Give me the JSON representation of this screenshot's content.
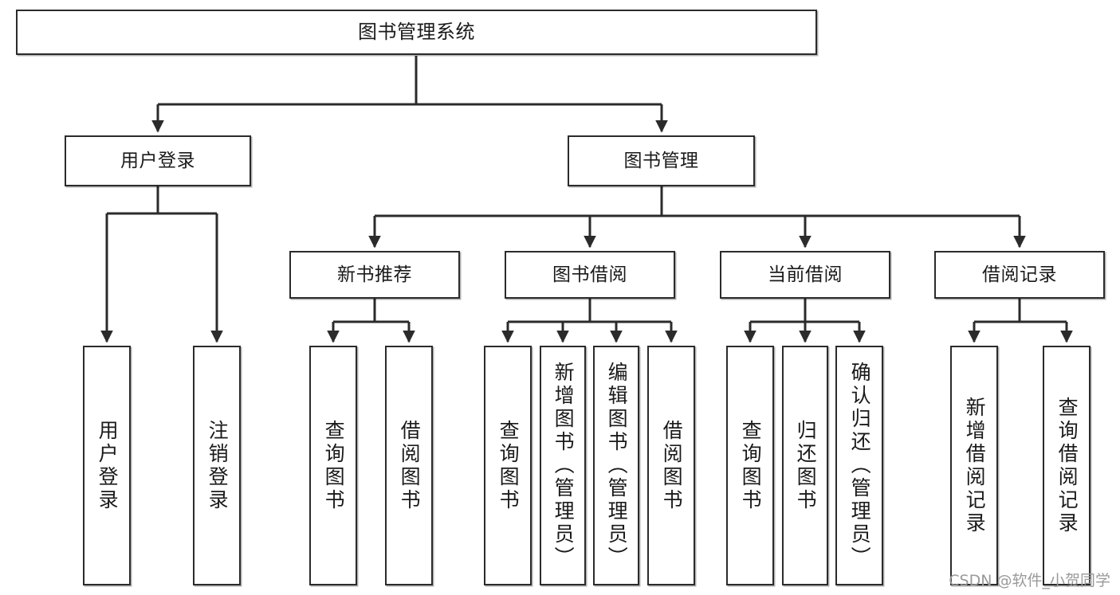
{
  "diagram": {
    "type": "tree-hierarchy",
    "title": "图书管理系统",
    "watermark": "CSDN @软件_小贺同学",
    "colors": {
      "stroke": "#2b2b2b",
      "fill": "#ffffff",
      "text": "#1a1a1a",
      "watermark": "#9a9a9a"
    },
    "nodes": {
      "root": {
        "label": "图书管理系统"
      },
      "level2": [
        {
          "id": "user-login",
          "label": "用户登录"
        },
        {
          "id": "book-manage",
          "label": "图书管理"
        }
      ],
      "level3": [
        {
          "id": "new-book-recommend",
          "label": "新书推荐"
        },
        {
          "id": "book-borrow",
          "label": "图书借阅"
        },
        {
          "id": "current-borrow",
          "label": "当前借阅"
        },
        {
          "id": "borrow-record",
          "label": "借阅记录"
        }
      ],
      "leaves": {
        "user-login": [
          {
            "id": "leaf-user-login",
            "label": "用户登录"
          },
          {
            "id": "leaf-logout-login",
            "label": "注销登录"
          }
        ],
        "new-book-recommend": [
          {
            "id": "leaf-query-book-1",
            "label": "查询图书"
          },
          {
            "id": "leaf-borrow-book-1",
            "label": "借阅图书"
          }
        ],
        "book-borrow": [
          {
            "id": "leaf-query-book-2",
            "label": "查询图书"
          },
          {
            "id": "leaf-add-book",
            "label": "新增图书（管理员）"
          },
          {
            "id": "leaf-edit-book",
            "label": "编辑图书（管理员）"
          },
          {
            "id": "leaf-borrow-book-2",
            "label": "借阅图书"
          }
        ],
        "current-borrow": [
          {
            "id": "leaf-query-book-3",
            "label": "查询图书"
          },
          {
            "id": "leaf-return-book",
            "label": "归还图书"
          },
          {
            "id": "leaf-confirm-return",
            "label": "确认归还（管理员）"
          }
        ],
        "borrow-record": [
          {
            "id": "leaf-add-record",
            "label": "新增借阅记录"
          },
          {
            "id": "leaf-query-record",
            "label": "查询借阅记录"
          }
        ]
      }
    }
  }
}
